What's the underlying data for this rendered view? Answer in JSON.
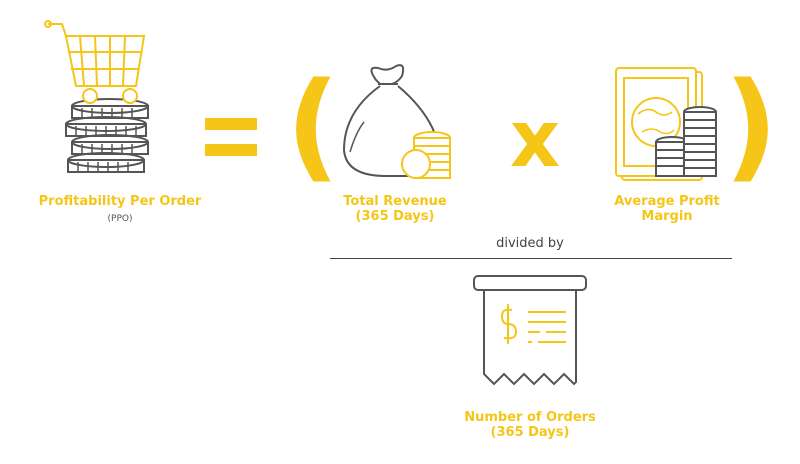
{
  "colors": {
    "accent": "#f5c518",
    "line": "#555555"
  },
  "ppo": {
    "label": "Profitability Per Order",
    "abbr": "(PPO)"
  },
  "operators": {
    "equals": "=",
    "open_paren": "(",
    "close_paren": ")",
    "times": "x"
  },
  "revenue": {
    "line1": "Total Revenue",
    "line2": "(365 Days)"
  },
  "margin": {
    "line1": "Average Profit",
    "line2": "Margin"
  },
  "divided_by": "divided by",
  "orders": {
    "line1": "Number of Orders",
    "line2": "(365 Days)"
  },
  "icons": [
    "cart-coins-icon",
    "money-bag-icon",
    "banknote-coins-icon",
    "receipt-icon"
  ]
}
